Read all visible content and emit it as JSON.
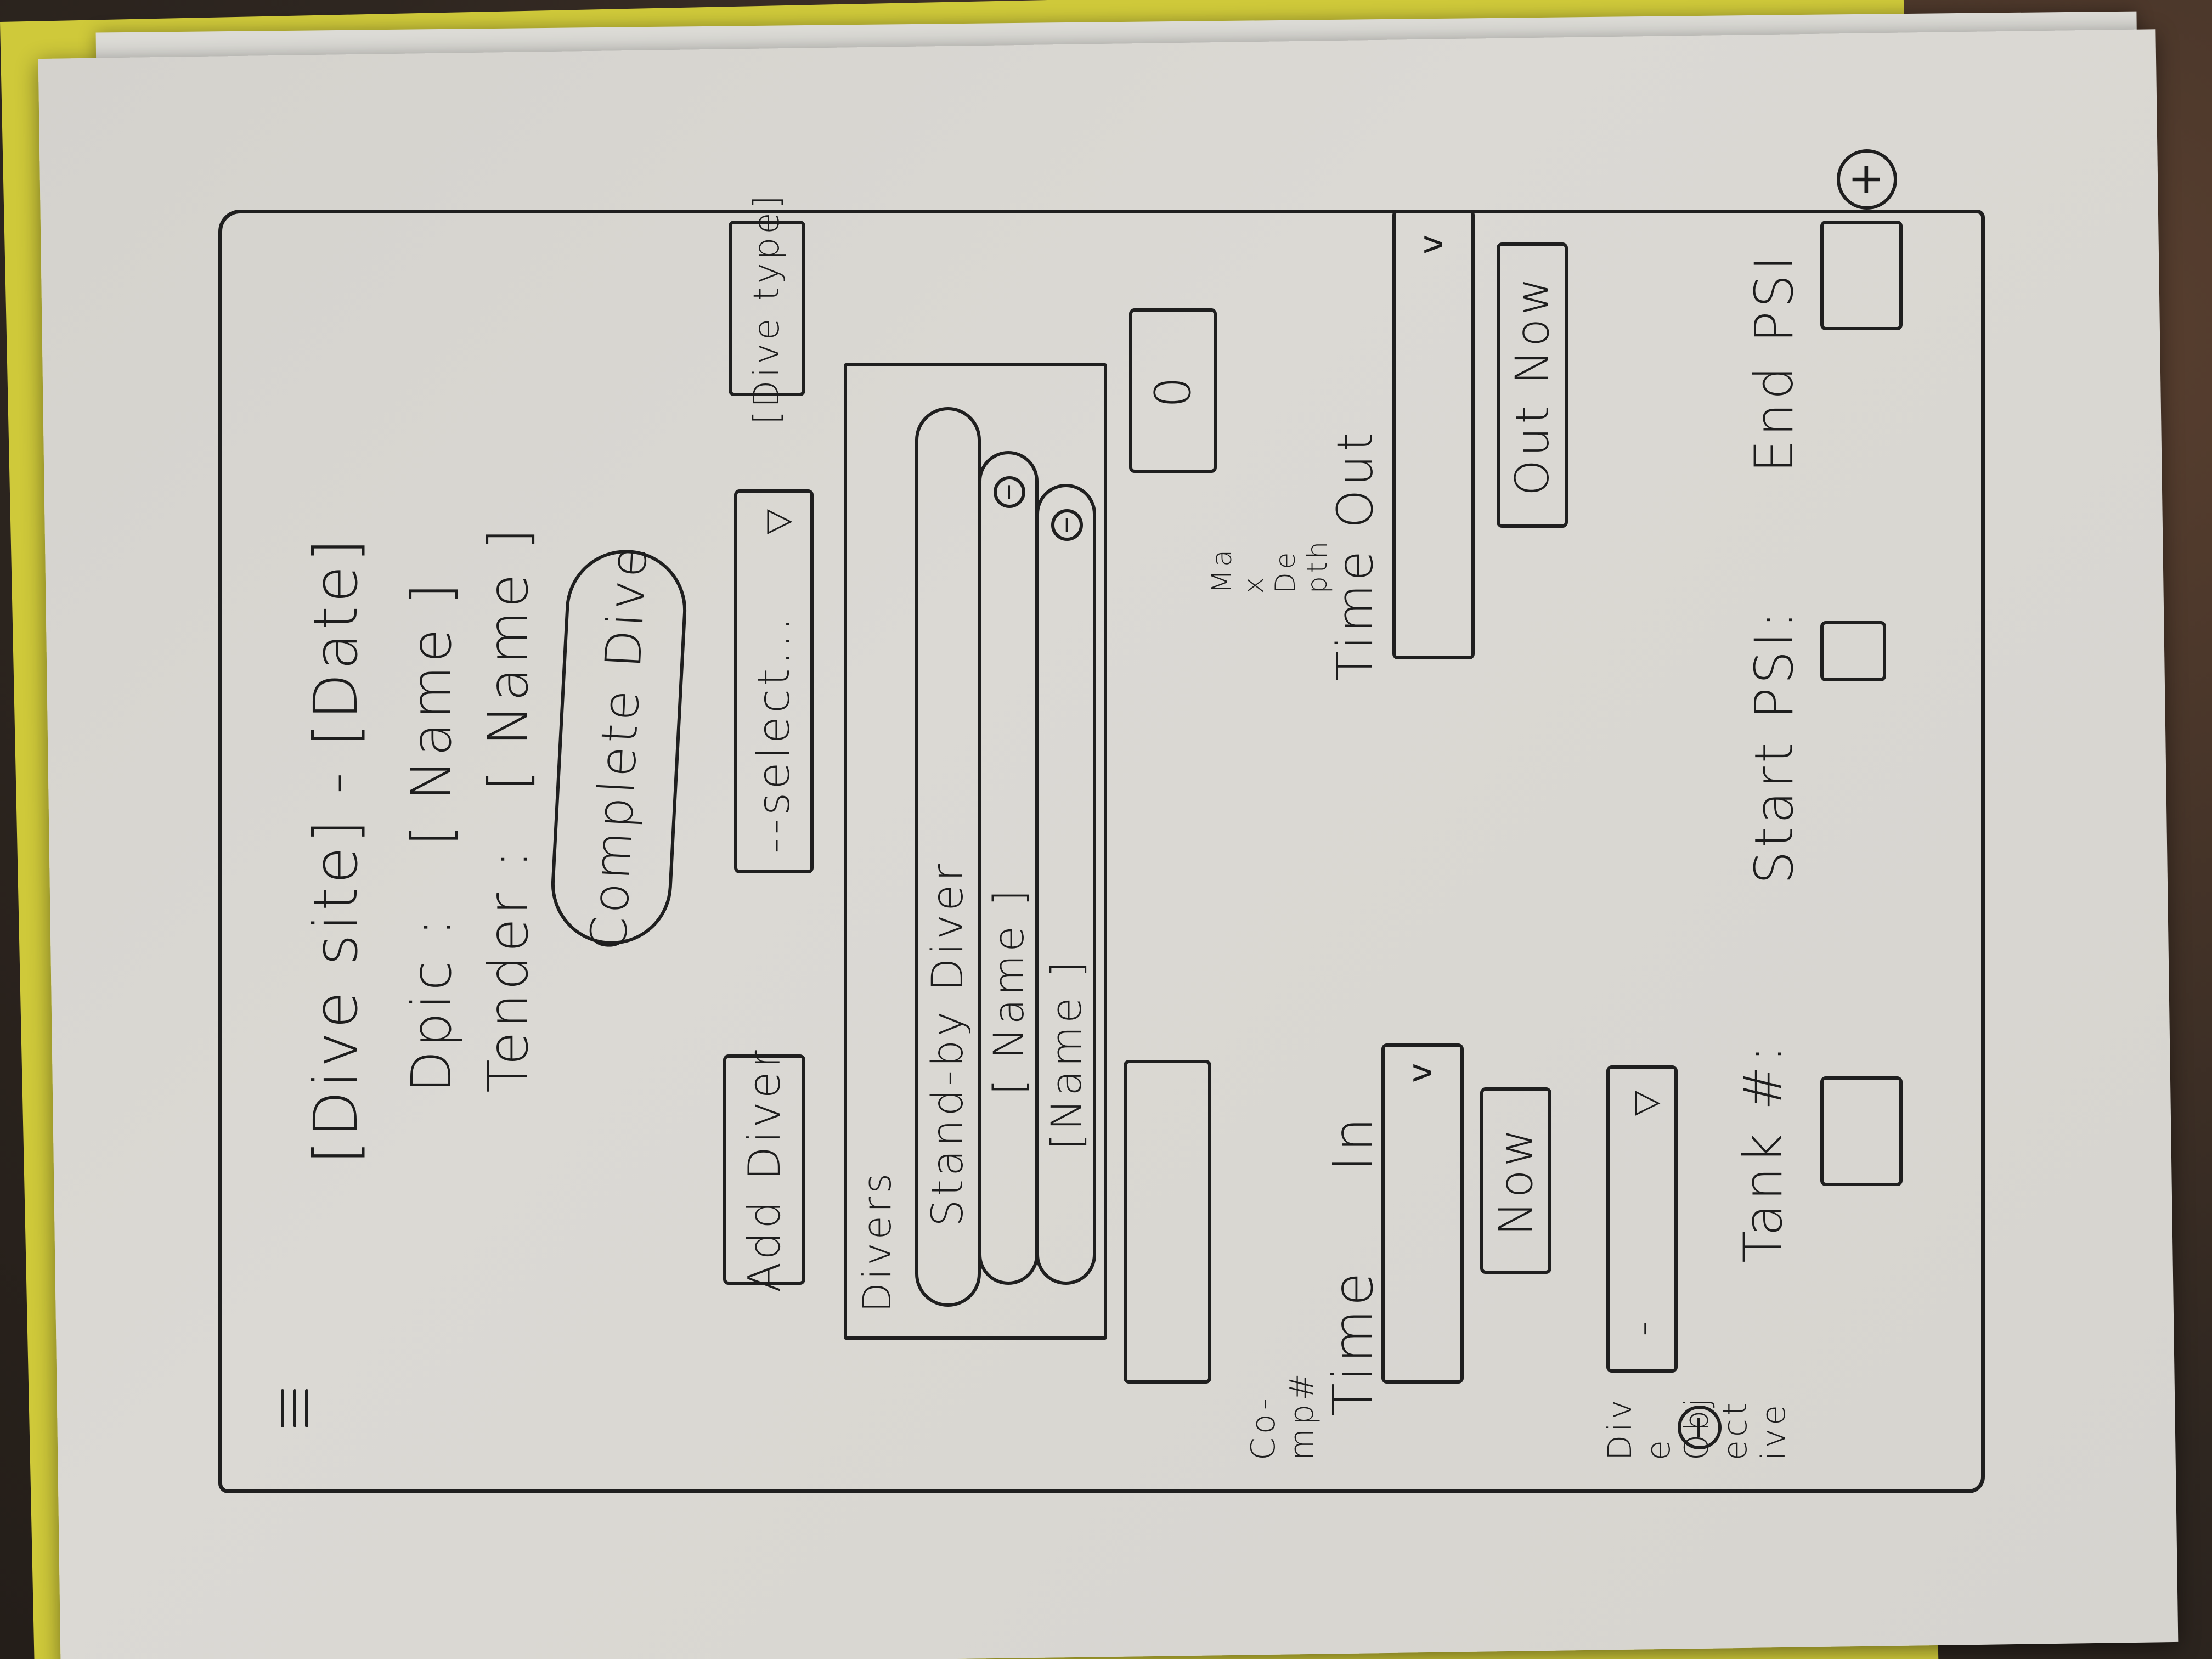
{
  "header": {
    "menu_icon": "hamburger-menu-icon",
    "title": "[Dive site] - [Date]",
    "dpic_label": "Dpic :",
    "dpic_value": "[ Name ]",
    "tender_label": "Tender :",
    "tender_value": "[ Name ]"
  },
  "actions": {
    "complete_dive": "Complete Dive",
    "add_diver": "Add Diver",
    "select_placeholder": "--select...",
    "dive_type": "[Dive type]"
  },
  "divers": {
    "heading": "Divers",
    "items": [
      {
        "label": "Stand-by Diver"
      },
      {
        "label": "[ Name ]"
      },
      {
        "label": "[Name ]"
      }
    ]
  },
  "form": {
    "comp_label": "Co- mp#",
    "max_depth_label": "Ma x De pth",
    "max_depth_value": "0",
    "time_in_label": "Time In",
    "time_out_label": "Time Out",
    "now_button": "Now",
    "out_now_button": "Out Now",
    "dive_objective_label": "Div e Obj ect ive",
    "objective_value": "-",
    "tank_label": "Tank #:",
    "start_psi_label": "Start PSI:",
    "end_psi_label": "End PSI"
  },
  "icons": {
    "add": "plus-circle-icon",
    "remove": "minus-circle-icon",
    "dropdown": "chevron-down-icon"
  }
}
